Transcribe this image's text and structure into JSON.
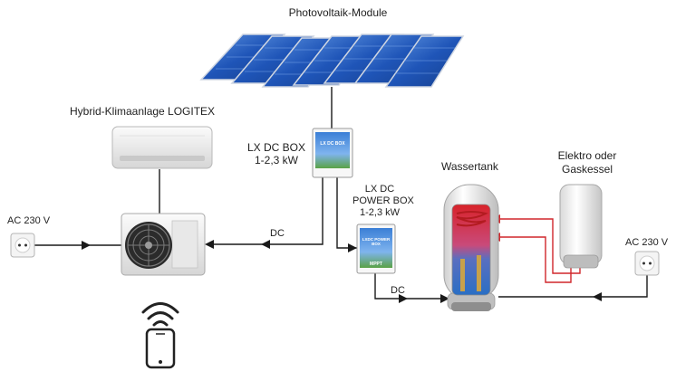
{
  "labels": {
    "pv_modules": "Photovoltaik-Module",
    "hybrid_ac": "Hybrid-Klimaanlage LOGITEX",
    "dc_box_line1": "LX DC BOX",
    "dc_box_line2": "1-2,3 kW",
    "power_box_line1": "LX DC",
    "power_box_line2": "POWER BOX",
    "power_box_line3": "1-2,3 kW",
    "water_tank": "Wassertank",
    "boiler_line1": "Elektro oder",
    "boiler_line2": "Gaskessel",
    "ac_left": "AC 230 V",
    "ac_right": "AC 230 V",
    "dc_top": "DC",
    "dc_bottom": "DC"
  },
  "device_text": {
    "dc_box_screen": "LX DC BOX",
    "power_box_screen_line1": "LXDC POWER",
    "power_box_screen_line2": "BOX",
    "power_box_mppt": "MPPT"
  },
  "colors": {
    "panel_blue": "#1d4fae",
    "panel_light": "#4f86d8",
    "hot_line": "#d0262b",
    "wire": "#1a1a1a",
    "tank_red": "#d8232a",
    "tank_blue": "#2a6fc4"
  }
}
